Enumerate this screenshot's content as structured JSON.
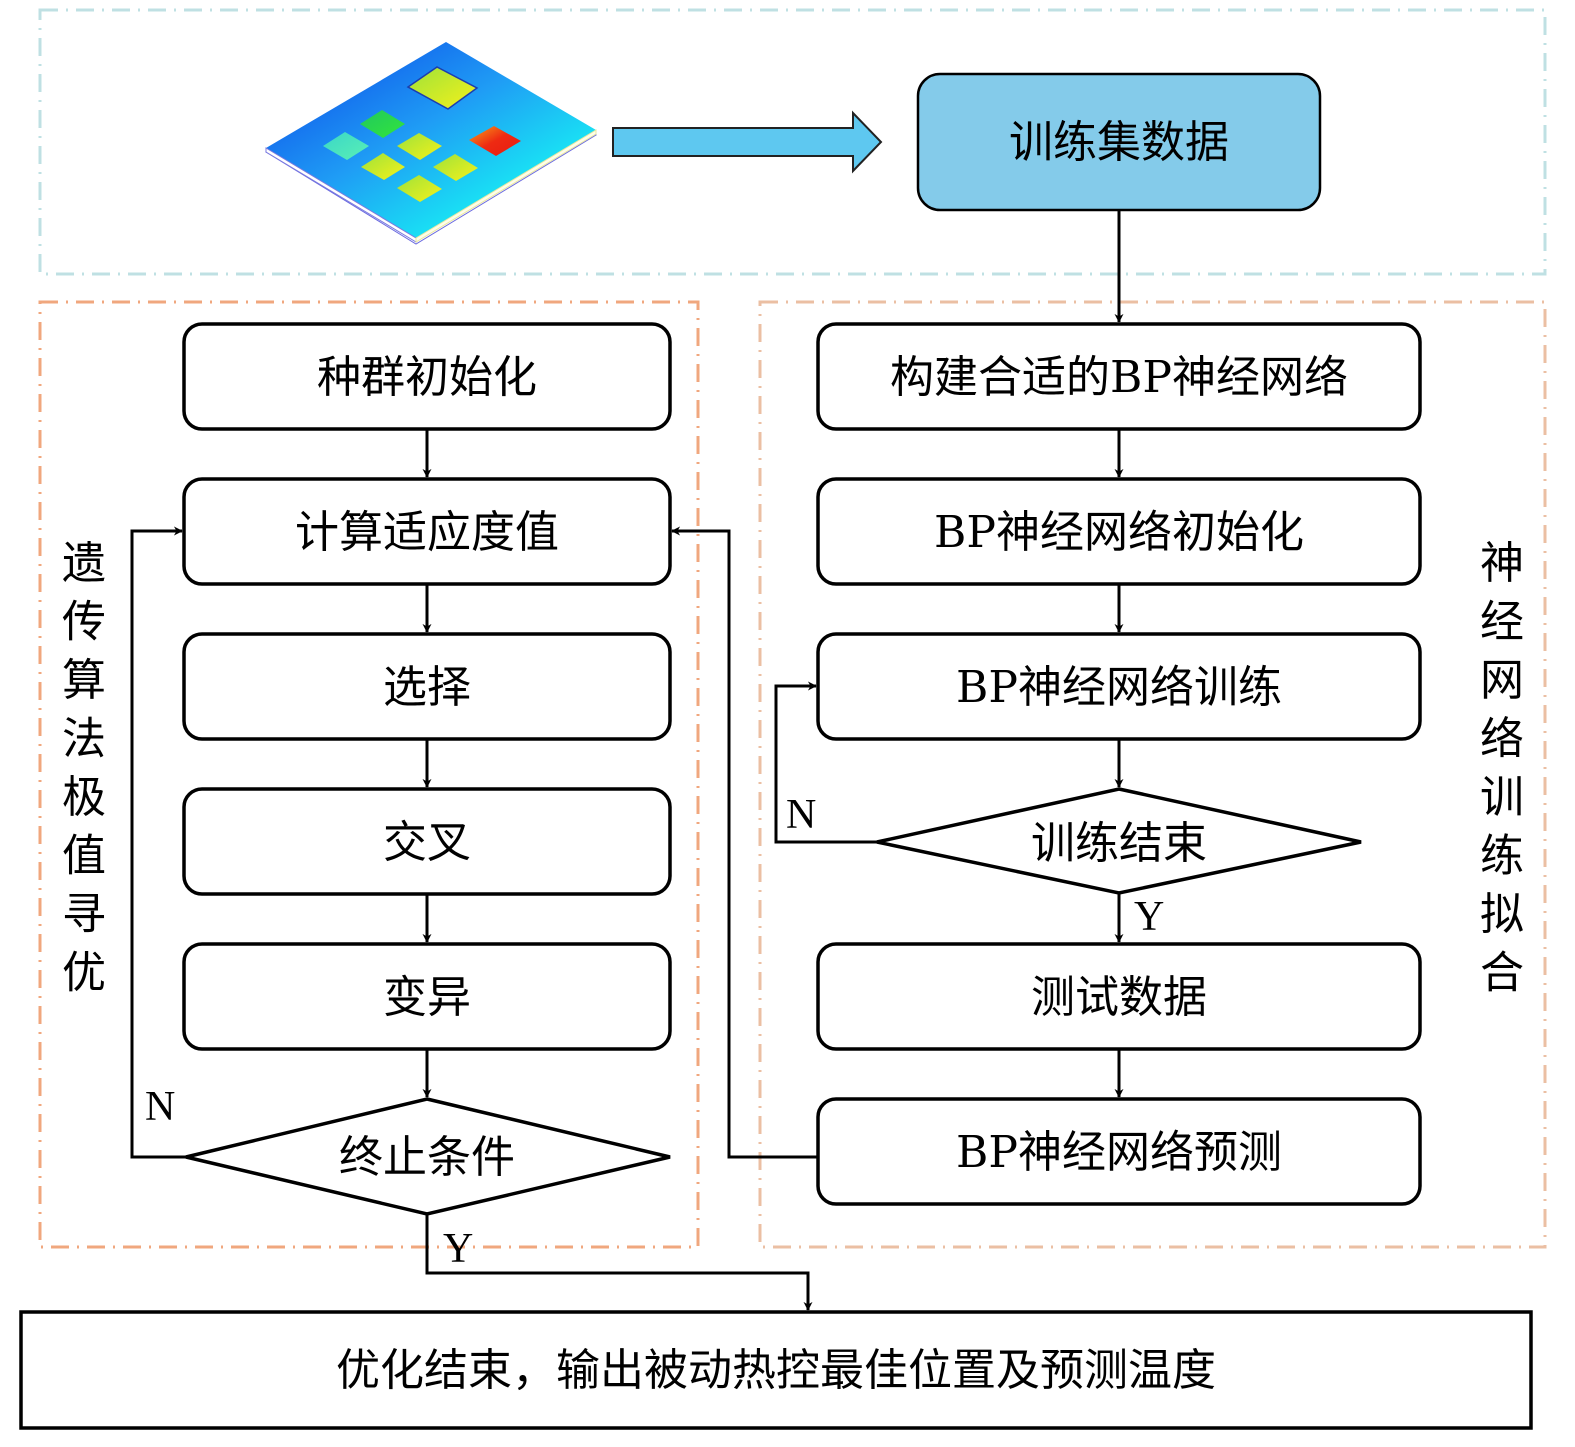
{
  "colors": {
    "input_box_fill": "#84cbea",
    "big_arrow_fill": "#5ec8f0",
    "top_frame": "#bfe0e3",
    "ga_frame": "#f0a77e",
    "nn_frame": "#ebbfa3"
  },
  "top": {
    "image_label": "thermal-simulation-board",
    "data_box": "训练集数据"
  },
  "ga": {
    "side_label": [
      "遗",
      "传",
      "算",
      "法",
      "极",
      "值",
      "寻",
      "优"
    ],
    "steps": [
      "种群初始化",
      "计算适应度值",
      "选择",
      "交叉",
      "变异"
    ],
    "decision": "终止条件",
    "no_label": "N",
    "yes_label": "Y"
  },
  "nn": {
    "side_label": [
      "神",
      "经",
      "网",
      "络",
      "训",
      "练",
      "拟",
      "合"
    ],
    "steps_before": [
      "构建合适的BP神经网络",
      "BP神经网络初始化",
      "BP神经网络训练"
    ],
    "decision": "训练结束",
    "no_label": "N",
    "yes_label": "Y",
    "steps_after": [
      "测试数据",
      "BP神经网络预测"
    ]
  },
  "output": {
    "final_box": "优化结束，输出被动热控最佳位置及预测温度"
  }
}
